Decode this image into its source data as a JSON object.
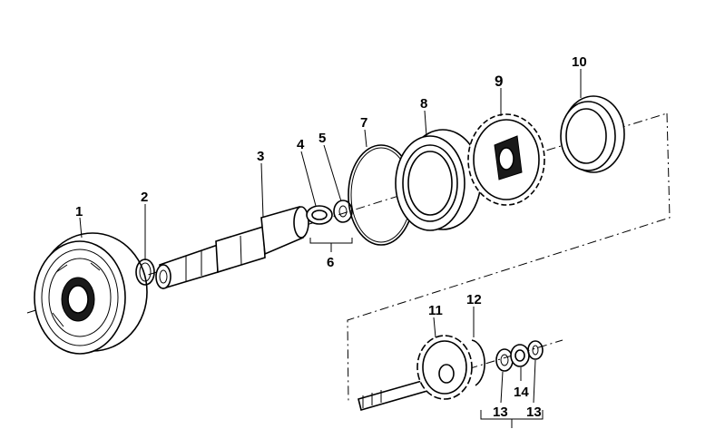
{
  "callouts": {
    "c1": "1",
    "c2": "2",
    "c3": "3",
    "c4": "4",
    "c5": "5",
    "c6": "6",
    "c7": "7",
    "c8": "8",
    "c9": "9",
    "c10": "10",
    "c11": "11",
    "c12": "12",
    "c13a": "13",
    "c13b": "13",
    "c14": "14"
  },
  "colors": {
    "line": "#000000",
    "background": "#ffffff"
  }
}
